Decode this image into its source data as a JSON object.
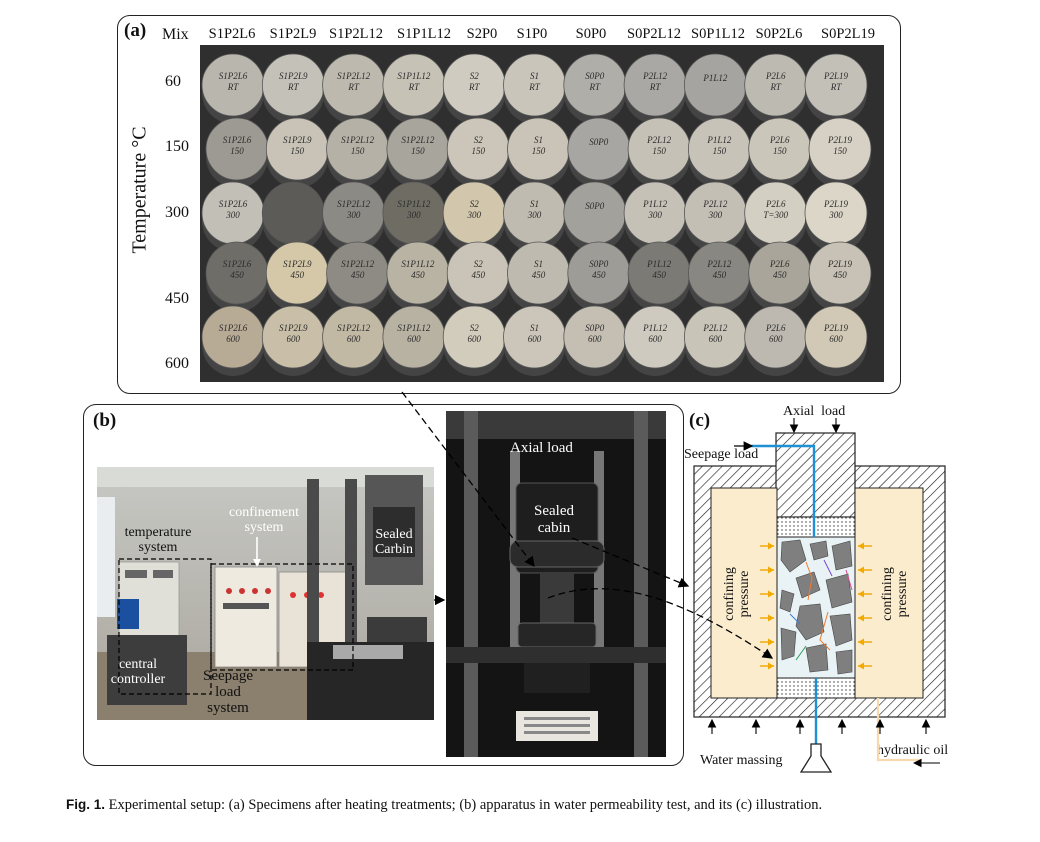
{
  "panel_a": {
    "label": "(a)",
    "mix_label": "Mix",
    "mixes": [
      "S1P2L6",
      "S1P2L9",
      "S1P2L12",
      "S1P1L12",
      "S2P0",
      "S1P0",
      "S0P0",
      "S0P2L12",
      "S0P1L12",
      "S0P2L6",
      "S0P2L19"
    ],
    "axis_title": "Temperature °C",
    "temperatures": [
      "60",
      "150",
      "300",
      "450",
      "600"
    ],
    "specimen_rows": [
      [
        "S1P2L6 RT",
        "S1P2L9 RT",
        "S1P2L12 RT",
        "S1P1L12 RT",
        "S2 RT",
        "S1 RT",
        "S0P0 RT",
        "P2L12 RT",
        "P1L12",
        "P2L6 RT",
        "P2L19 RT"
      ],
      [
        "S1P2L6 150",
        "S1P2L9 150",
        "S1P2L12 150",
        "S1P2L12 150",
        "S2 150",
        "S1 150",
        "S0P0",
        "P2L12 150",
        "P1L12 150",
        "P2L6 150",
        "P2L19 150"
      ],
      [
        "S1P2L6 300",
        "",
        "S1P2L12 300",
        "S1P1L12 300",
        "S2 300",
        "S1 300",
        "S0P0",
        "P1L12 300",
        "P2L12 300",
        "P2L6 T=300",
        "P2L19 300"
      ],
      [
        "S1P2L6 450",
        "S1P2L9 450",
        "S1P2L12 450",
        "S1P1L12 450",
        "S2 450",
        "S1 450",
        "S0P0 450",
        "P1L12 450",
        "P2L12 450",
        "P2L6 450",
        "P2L19 450"
      ],
      [
        "S1P2L6 600",
        "S1P2L9 600",
        "S1P2L12 600",
        "S1P1L12 600",
        "S2 600",
        "S1 600",
        "S0P0 600",
        "P1L12 600",
        "P2L12 600",
        "P2L6 600",
        "P2L19 600"
      ]
    ]
  },
  "panel_b": {
    "label": "(b)",
    "temperature_system": [
      "temperature",
      "system"
    ],
    "confinement_system": [
      "confinement",
      "system"
    ],
    "sealed_carbin": [
      "Sealed",
      "Carbin"
    ],
    "central_controller": [
      "central",
      "controller"
    ],
    "seepage_load_system": [
      "Seepage",
      "load",
      "system"
    ],
    "axial_load": "Axial load",
    "sealed_cabin": [
      "Sealed",
      "cabin"
    ]
  },
  "panel_c": {
    "label": "(c)",
    "axial_load": "Axial  load",
    "seepage_load": "Seepage load",
    "confining_left": [
      "confining",
      "pressure"
    ],
    "confining_right": [
      "confining",
      "pressure"
    ],
    "water_massing": "Water massing",
    "hydraulic_oil": "hydraulic oil"
  },
  "caption": {
    "fig": "Fig. 1.",
    "text": "Experimental setup: (a) Specimens after heating treatments; (b) apparatus in water permeability test, and its (c) illustration."
  },
  "colors": {
    "frame": "#1a1a1a",
    "water": "#1e90d6",
    "arrow_orange": "#f2a900",
    "confining_fill": "#fbeccd",
    "aggregate": "#7f7f7f",
    "oil_line": "#f7d9b0"
  }
}
